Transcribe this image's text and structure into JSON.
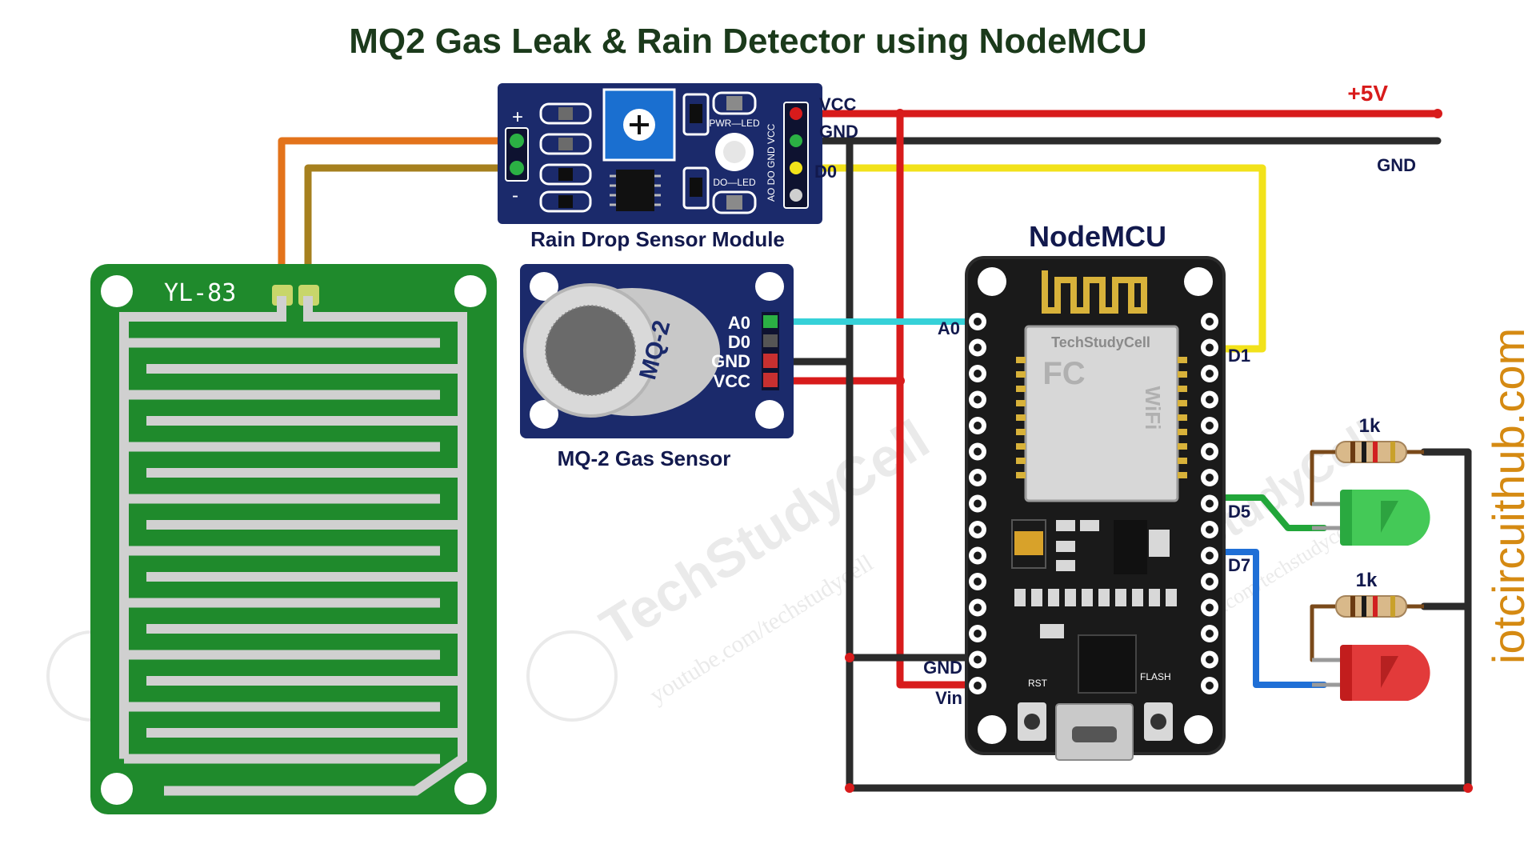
{
  "title": "MQ2 Gas Leak & Rain Detector using NodeMCU",
  "site": "iotcircuithub.com",
  "watermark": {
    "brand": "TechStudyCell",
    "channel": "youtube.com/techstudycell"
  },
  "rain_probe": {
    "label": "YL-83"
  },
  "rain_module": {
    "name": "Rain Drop Sensor Module",
    "plus": "+",
    "minus": "-",
    "pwr_led": "PWR—LED",
    "do_led": "DO—LED",
    "pins_silk": "AO  DO  GND  VCC",
    "pins": [
      "VCC",
      "GND",
      "D0"
    ]
  },
  "mq2": {
    "name": "MQ-2 Gas Sensor",
    "body": "MQ-2",
    "pins": [
      "A0",
      "D0",
      "GND",
      "VCC"
    ]
  },
  "nodemcu": {
    "name": "NodeMCU",
    "chip_brand": "TechStudyCell",
    "chip_mark": "FC",
    "wifi": "WiFi",
    "left_pins": [
      "A0",
      "GND",
      "Vin"
    ],
    "right_pins": [
      "D1",
      "D5",
      "D7"
    ],
    "rst": "RST",
    "flash": "FLASH"
  },
  "power": {
    "plus5v": "+5V",
    "gnd": "GND"
  },
  "resistors": [
    "1k",
    "1k"
  ],
  "colors": {
    "red_wire": "#d81b1b",
    "black_wire": "#2b2b2b",
    "yellow_wire": "#f2e21a",
    "cyan_wire": "#36d1d8",
    "green_wire": "#22a63a",
    "blue_wire": "#1f6fd6",
    "orange_wire": "#e3731b",
    "olive_wire": "#a6801e",
    "pcb_green": "#1f8a2c",
    "module_blue": "#1b2a6b",
    "board_black": "#1a1a1a"
  }
}
